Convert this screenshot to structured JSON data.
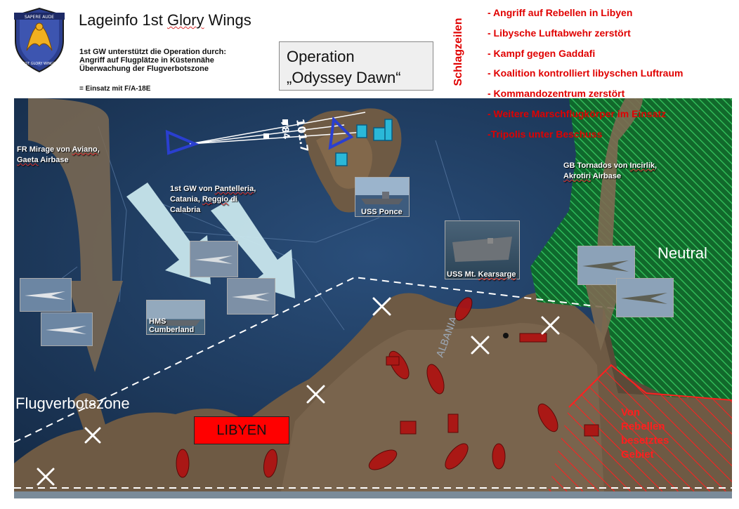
{
  "crest": {
    "motto_top": "SAPERE AUDE",
    "motto_bottom": "1ST GLORY WINGS"
  },
  "title": {
    "prefix": "Lageinfo 1st ",
    "underlined": "Glory",
    "suffix": " Wings"
  },
  "intro": {
    "line1": "1st GW unterstützt die Operation durch:",
    "line2": "Angriff auf Flugplätze in Küstennähe",
    "line3": "Überwachung der Flugverbotszone",
    "einsatz": "= Einsatz mit F/A-18E"
  },
  "operation": {
    "line1": "Operation",
    "line2": "„Odyssey Dawn“"
  },
  "schlagzeilen_label": "Schlagzeilen",
  "headlines": [
    "- Angriff auf Rebellen in Libyen",
    "- Libysche Luftabwehr zerstört",
    "- Kampf gegen Gaddafi",
    "- Koalition kontrolliert libyschen Luftraum",
    "- Kommandozentrum zerstört",
    "- Weitere Marschflugkörper im Einsatz",
    "-Tripolis unter Beschuss"
  ],
  "map": {
    "fr": {
      "line1a": "FR Mirage von ",
      "line1b": "Aviano",
      "line1c": ",",
      "line2a": "Gaeta",
      "line2b": " Airbase"
    },
    "gw": {
      "line1a": "1st GW von ",
      "line1b": "Pantelleria",
      "line1c": ",",
      "line2": "Catania, ",
      "line2b": "Reggio",
      "line2c": " di",
      "line3": "Calabria"
    },
    "gb": {
      "line1a": "GB Tornados von ",
      "line1b": "Incirlik",
      "line1c": ",",
      "line2a": "Akrotiri",
      "line2b": " Airbase"
    },
    "ship_ponce": "USS Ponce",
    "ship_kearsarge": {
      "a": "USS Mt. ",
      "b": "Kearsarge"
    },
    "ship_hms": {
      "line1": "HMS",
      "line2": "Cumberland"
    },
    "neutral": "Neutral",
    "flugverbotszone": "Flugverbotszone",
    "libyen": "LIBYEN",
    "rebellen": [
      "Von",
      "Rebellen",
      "besetztes",
      "Gebiet"
    ],
    "map_labels": {
      "nav1": "101.7",
      "nav2": "784",
      "country": "ALBANIA"
    }
  },
  "colors": {
    "sea": "#1e3b5e",
    "land": "#6e5a44",
    "headline_red": "#e00000",
    "libyen_box": "#ff0000",
    "neutral_green": "#1a8a3a",
    "arrow_brown": "#7d6a52",
    "arrow_lightblue": "#c8e6ec"
  }
}
